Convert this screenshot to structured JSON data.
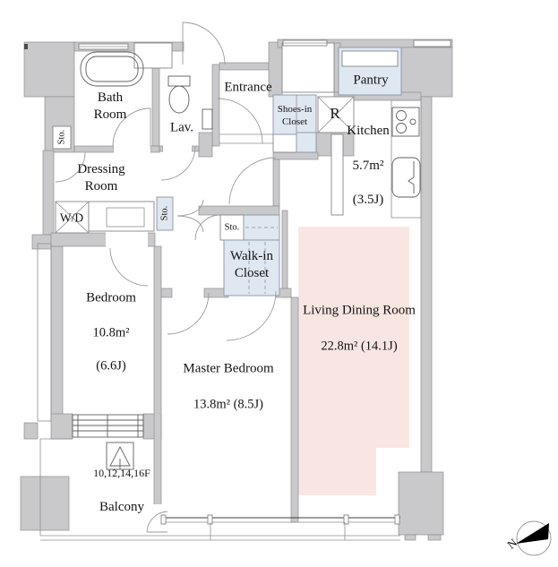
{
  "plan": {
    "rooms": {
      "bath": {
        "name": "Bath\nRoom"
      },
      "lavatory": {
        "name": "Lav."
      },
      "entrance": {
        "name": "Entrance"
      },
      "pantry": {
        "name": "Pantry"
      },
      "shoes_closet": {
        "name": "Shoes-in\nCloset"
      },
      "refrigerator": {
        "name": "R"
      },
      "kitchen": {
        "name": "Kitchen",
        "area": "5.7m²",
        "tatami": "(3.5J)"
      },
      "dressing": {
        "name": "Dressing\nRoom"
      },
      "washer_dryer": {
        "name": "W/D"
      },
      "storage_labels": [
        "Sto.",
        "Sto.",
        "Sto."
      ],
      "walk_in_closet": {
        "name": "Walk-in\nCloset"
      },
      "living_dining": {
        "name": "Living Dining Room",
        "area": "22.8m²  (14.1J)"
      },
      "master_bedroom": {
        "name": "Master Bedroom",
        "area": "13.8m²  (8.5J)"
      },
      "bedroom": {
        "name": "Bedroom",
        "area": "10.8m²",
        "tatami": "(6.6J)"
      },
      "balcony": {
        "floors": "10,12,14,16F",
        "name": "Balcony"
      }
    },
    "compass": {
      "label": "N"
    },
    "colors": {
      "wall": "#c9c9cb",
      "closet_fill": "#dfe7f1",
      "living_floor": "#f9e6e2",
      "line": "#3c3c3c"
    }
  }
}
